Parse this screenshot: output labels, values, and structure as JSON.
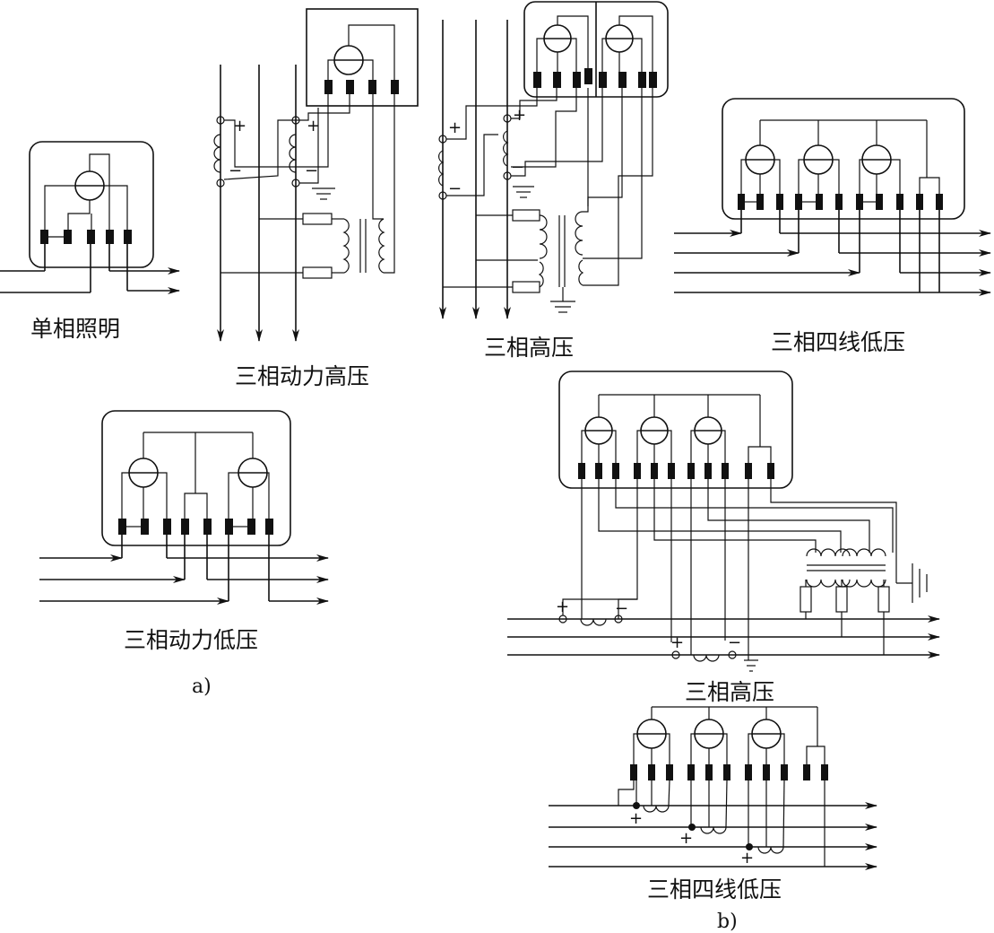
{
  "labels": {
    "single_phase_lighting": "单相照明",
    "three_phase_power_hv": "三相动力高压",
    "three_phase_hv_a": "三相高压",
    "three_phase_4wire_lv_a": "三相四线低压",
    "three_phase_power_lv": "三相动力低压",
    "part_a": "a)",
    "three_phase_hv_b": "三相高压",
    "three_phase_4wire_lv_b": "三相四线低压",
    "part_b": "b)"
  },
  "signs": {
    "plus": "+",
    "minus": "−"
  }
}
